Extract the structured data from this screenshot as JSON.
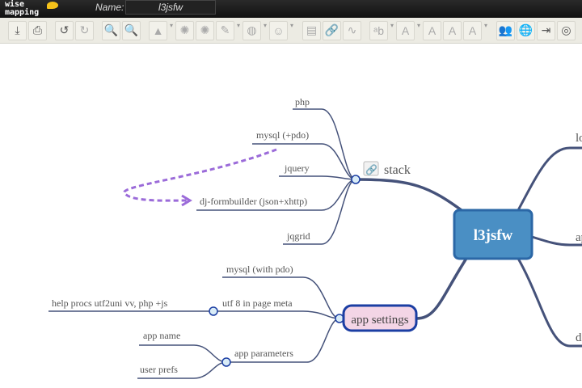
{
  "header": {
    "logo": "wise mapping",
    "name_label": "Name:",
    "name_value": "l3jsfw"
  },
  "toolbar": [
    {
      "icon": "save-icon",
      "glyph": "⤓"
    },
    {
      "icon": "print-icon",
      "glyph": "⎙"
    },
    {
      "icon": "undo-icon",
      "glyph": "↺"
    },
    {
      "icon": "redo-icon",
      "glyph": "↻"
    },
    {
      "icon": "zoom-out-icon",
      "glyph": "🔍"
    },
    {
      "icon": "zoom-in-icon",
      "glyph": "🔍"
    },
    {
      "icon": "topic-shape-icon",
      "glyph": "▲"
    },
    {
      "icon": "add-topic-icon",
      "glyph": "✺"
    },
    {
      "icon": "delete-topic-icon",
      "glyph": "✺"
    },
    {
      "icon": "border-color-icon",
      "glyph": "✎"
    },
    {
      "icon": "fill-color-icon",
      "glyph": "◍"
    },
    {
      "icon": "topic-icon-icon",
      "glyph": "☺"
    },
    {
      "icon": "note-icon",
      "glyph": "▤"
    },
    {
      "icon": "link-icon",
      "glyph": "🔗"
    },
    {
      "icon": "relationship-icon",
      "glyph": "∿"
    },
    {
      "icon": "font-family-icon",
      "glyph": "ᵃb"
    },
    {
      "icon": "font-size-icon",
      "glyph": "A"
    },
    {
      "icon": "bold-icon",
      "glyph": "A"
    },
    {
      "icon": "italic-icon",
      "glyph": "A"
    },
    {
      "icon": "font-color-icon",
      "glyph": "A"
    },
    {
      "icon": "share-icon",
      "glyph": "👥"
    },
    {
      "icon": "publish-icon",
      "glyph": "🌐"
    },
    {
      "icon": "history-icon",
      "glyph": "⇥"
    },
    {
      "icon": "back-icon",
      "glyph": "◎"
    }
  ],
  "map": {
    "central": "l3jsfw",
    "right": [
      "lo",
      "ap",
      "d"
    ],
    "stack": {
      "label": "stack",
      "children": [
        "php",
        "mysql (+pdo)",
        "jquery",
        "dj-formbuilder (json+xhttp)",
        "jqgrid"
      ]
    },
    "app_settings": {
      "label": "app settings",
      "children": [
        "mysql (with pdo)",
        "utf 8 in page meta",
        "help procs utf2uni vv, php +js",
        "app parameters",
        "app name",
        "user prefs"
      ]
    },
    "colors": {
      "central_fill": "#4a8fc4",
      "central_border": "#2b67a6",
      "line": "#45527a",
      "relationship": "#9b6bd9",
      "app_settings_fill": "#f3d5e6",
      "app_settings_border": "#1b3ea3"
    }
  }
}
